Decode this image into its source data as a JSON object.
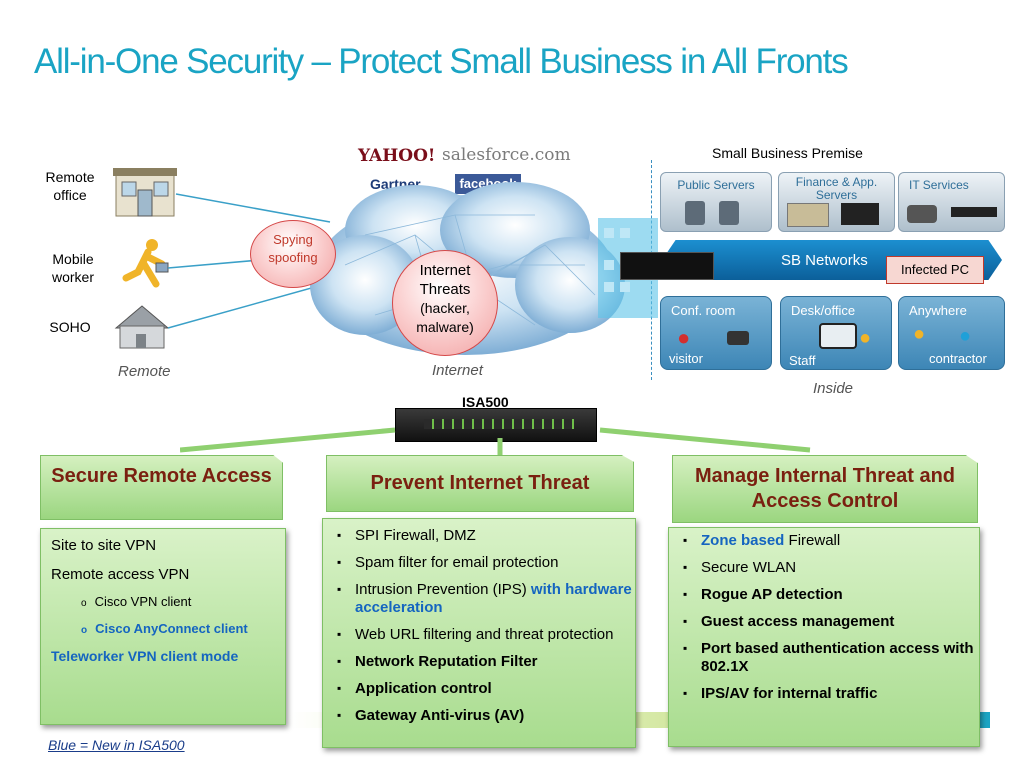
{
  "title": "All-in-One Security – Protect Small Business in All Fronts",
  "remote": {
    "remote_office": "Remote office",
    "mobile_worker": "Mobile worker",
    "soho": "SOHO",
    "group_label": "Remote"
  },
  "logos": {
    "yahoo": "YAHOO!",
    "salesforce": "salesforce.com",
    "gartner": "Gartner",
    "facebook": "facebook"
  },
  "cloud": {
    "spying": "Spying spoofing",
    "threats_title": "Internet Threats",
    "threats_detail": "(hacker, malware)",
    "label": "Internet"
  },
  "premise": {
    "title": "Small Business Premise",
    "public_servers": "Public Servers",
    "finance": "Finance & App. Servers",
    "it_services": "IT Services",
    "sb_networks": "SB Networks",
    "infected_pc": "Infected PC",
    "conf_room": "Conf. room",
    "visitor": "visitor",
    "desk_office": "Desk/office",
    "staff": "Staff",
    "anywhere": "Anywhere",
    "contractor": "contractor",
    "inside": "Inside"
  },
  "isa_label": "ISA500",
  "panels": {
    "remote_access": {
      "title": "Secure Remote Access",
      "items": [
        "Site to site VPN",
        "Remote access VPN",
        "Cisco VPN client",
        "Cisco AnyConnect client",
        "Teleworker VPN client mode"
      ]
    },
    "internet_threat": {
      "title": "Prevent Internet Threat",
      "items": [
        "SPI Firewall, DMZ",
        "Spam filter for email protection",
        "Intrusion Prevention (IPS)",
        "with hardware acceleration",
        "Web URL filtering and threat protection",
        "Network Reputation Filter",
        "Application control",
        "Gateway Anti-virus (AV)"
      ]
    },
    "internal_threat": {
      "title": "Manage Internal Threat and Access Control",
      "items": [
        "Zone based",
        "Firewall",
        "Secure WLAN",
        "Rogue AP detection",
        "Guest access management",
        "Port based authentication access with 802.1X",
        "IPS/AV for internal traffic"
      ]
    }
  },
  "footnote": "Blue = New in ISA500",
  "colors": {
    "title": "#1aa4c4",
    "new_feature_blue": "#1565c0",
    "panel_title": "#7a2010"
  }
}
